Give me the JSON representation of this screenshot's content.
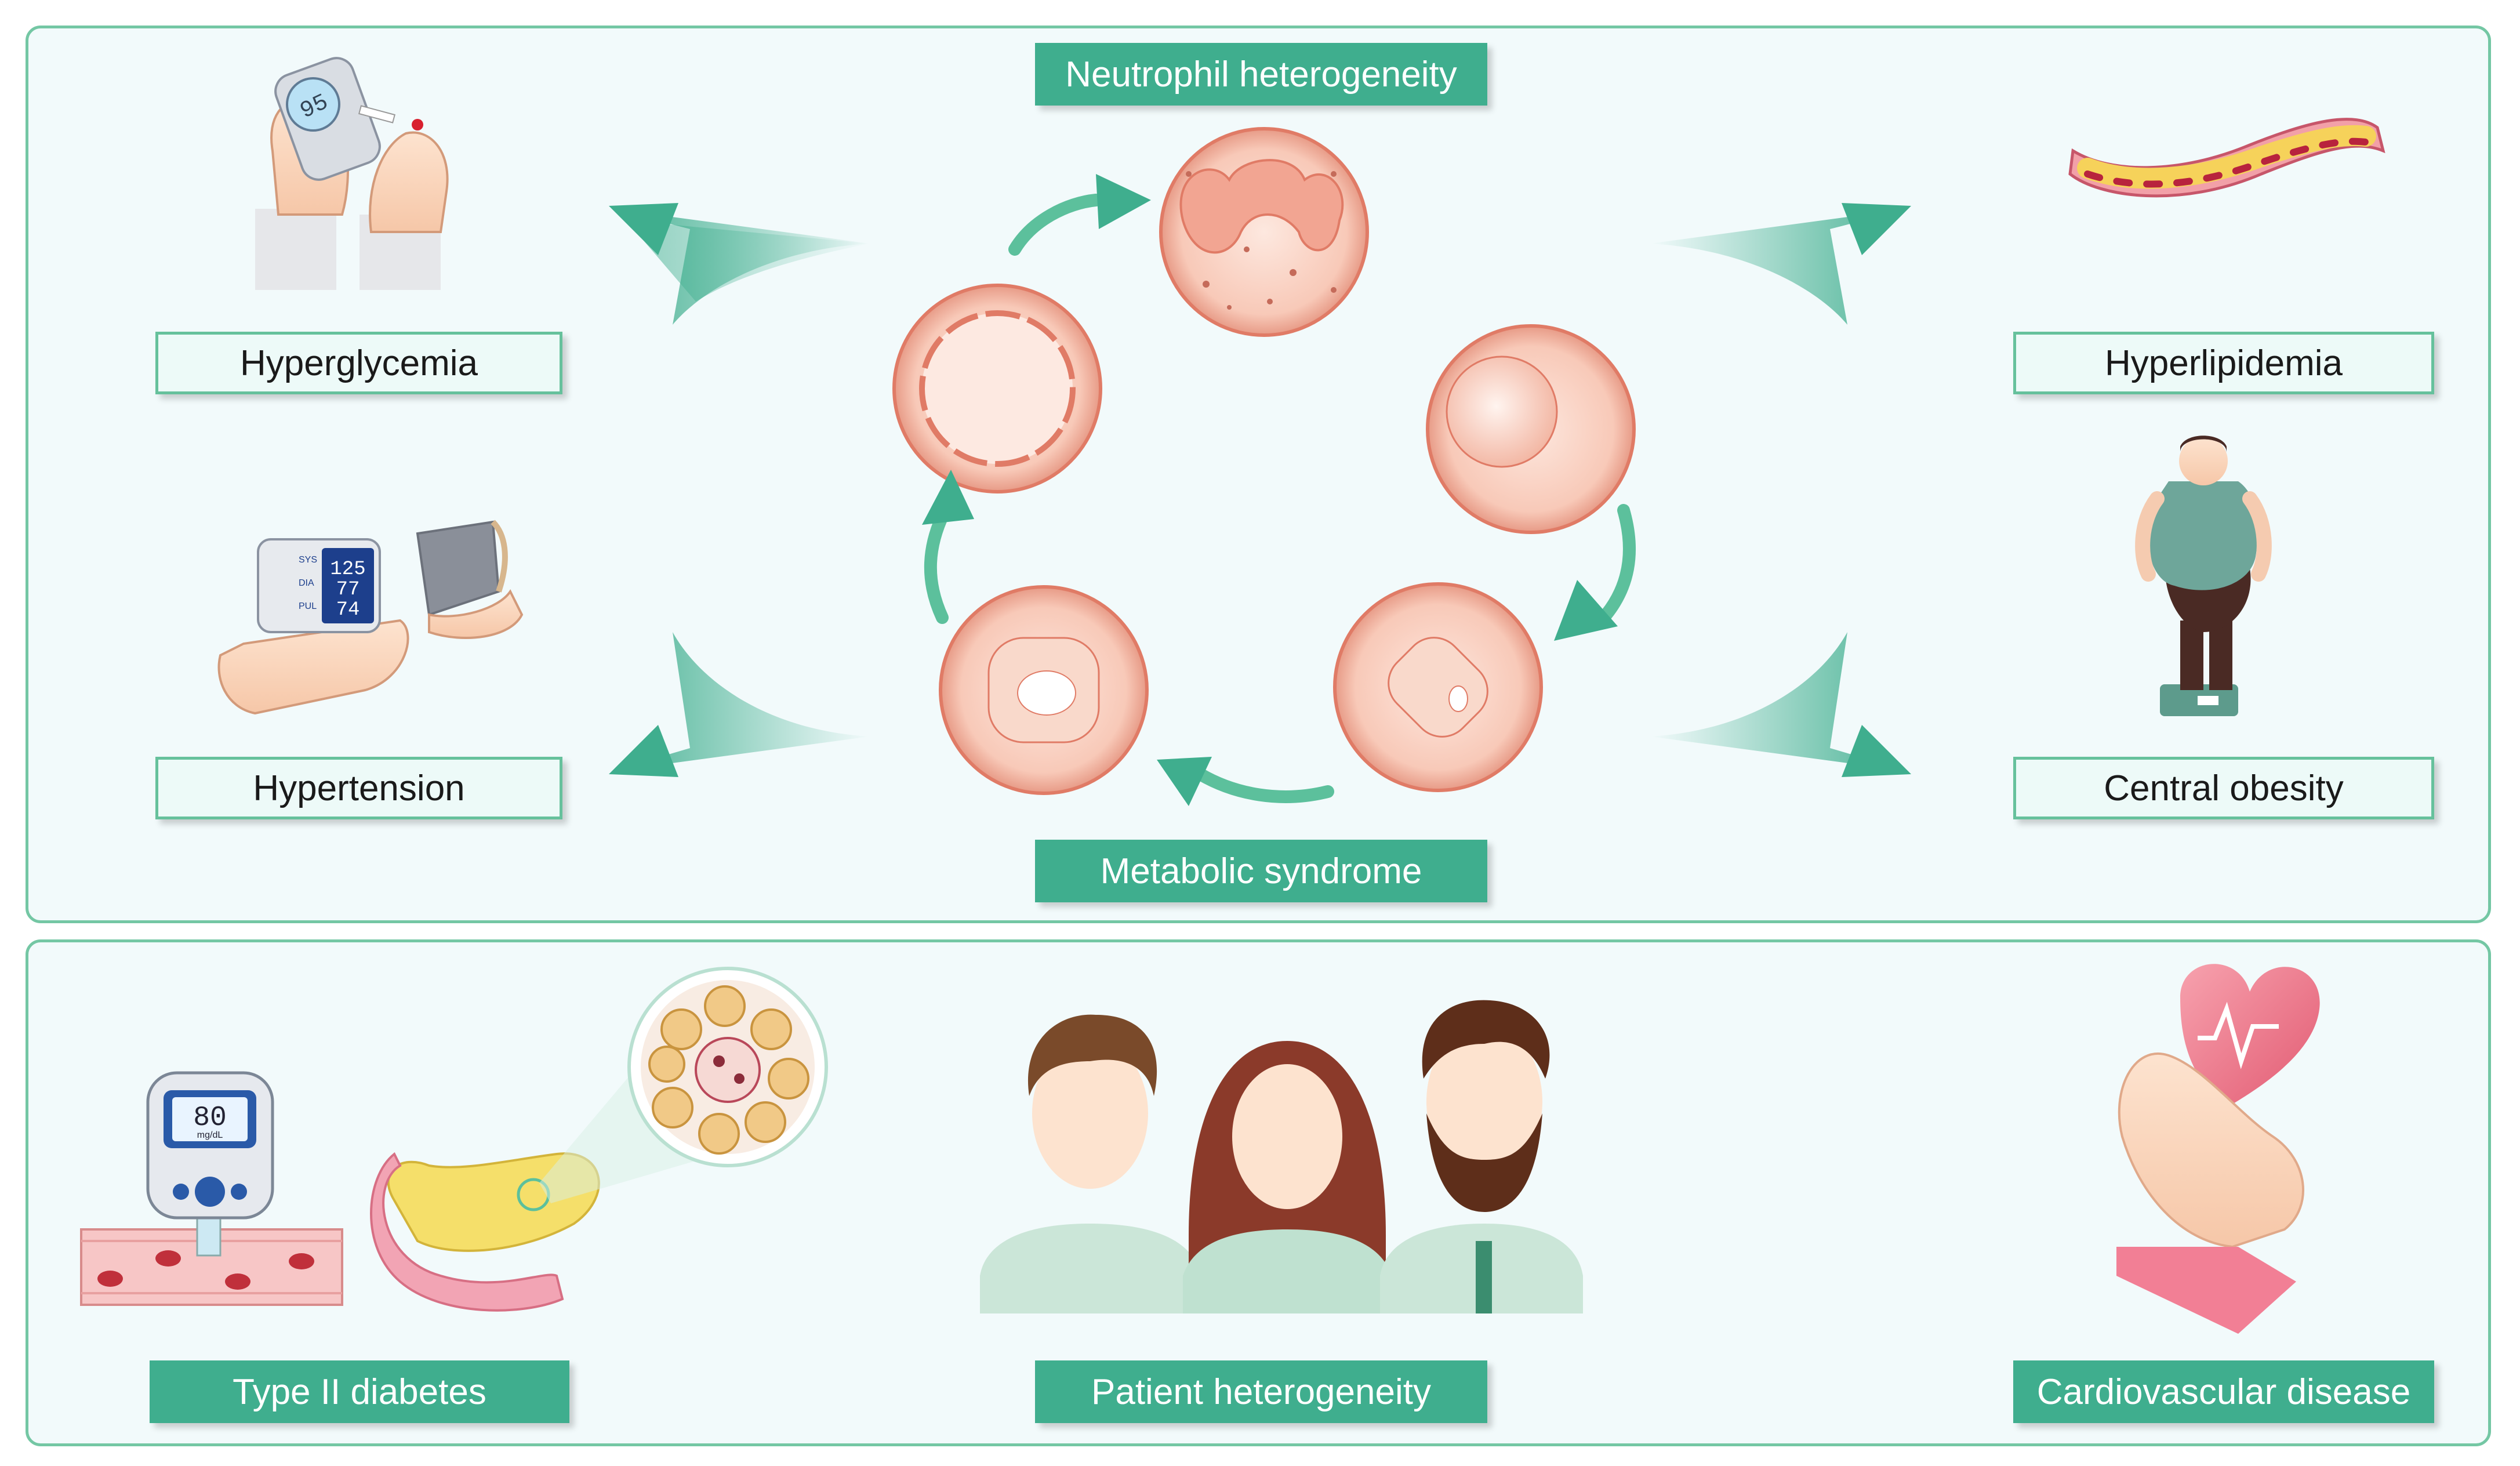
{
  "top_panel": {
    "title": "Neutrophil heterogeneity",
    "bottom_title": "Metabolic syndrome",
    "conditions": {
      "hyperglycemia": "Hyperglycemia",
      "hypertension": "Hypertension",
      "hyperlipidemia": "Hyperlipidemia",
      "central_obesity": "Central obesity"
    },
    "bp_monitor": {
      "sys": "125",
      "dia": "77",
      "pul": "74",
      "sys_label": "SYS",
      "dia_label": "DIA",
      "pul_label": "PUL"
    },
    "glucometer_reading": "95"
  },
  "bottom_panel": {
    "type2_diabetes": "Type II diabetes",
    "patient_heterogeneity": "Patient heterogeneity",
    "cardiovascular_disease": "Cardiovascular disease",
    "glucose_meter": {
      "value": "80",
      "unit": "mg/dL"
    }
  },
  "colors": {
    "accent_green": "#3fae8e",
    "cell_fill": "#f7c9b7",
    "cell_outline": "#e07b66",
    "panel_bg": "#f2fafb"
  }
}
